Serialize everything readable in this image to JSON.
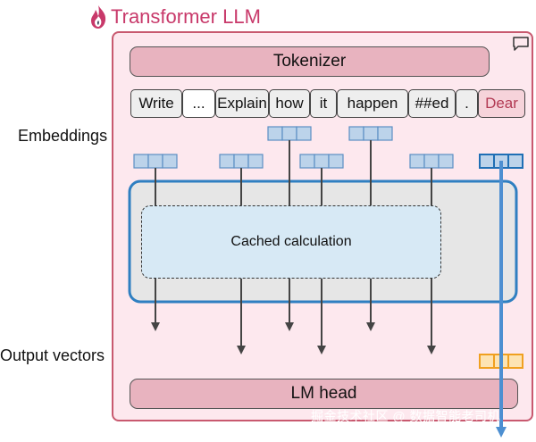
{
  "title": "Transformer LLM",
  "labels": {
    "embeddings": "Embeddings",
    "output_vectors": "Output vectors"
  },
  "tokenizer_label": "Tokenizer",
  "lm_head_label": "LM head",
  "cached_label": "Cached calculation",
  "tokens": [
    "Write",
    "...",
    "Explain",
    "how",
    "it",
    "happen",
    "##ed",
    ".",
    "Dear"
  ],
  "watermark": "掘金技术社区 @ 数据智能老司机",
  "colors": {
    "title": "#c8396a",
    "frame": "#c8596f",
    "frame_fill": "#fde8ee",
    "pill_fill": "#e8b3bf",
    "embedding_cached": "#bcd3ea",
    "embedding_new": "#2f7fc1",
    "output_new": "#f0a020",
    "new_token_arrow": "#4d8fd1"
  },
  "icons": [
    "flame-icon",
    "speech-bubble-icon"
  ]
}
